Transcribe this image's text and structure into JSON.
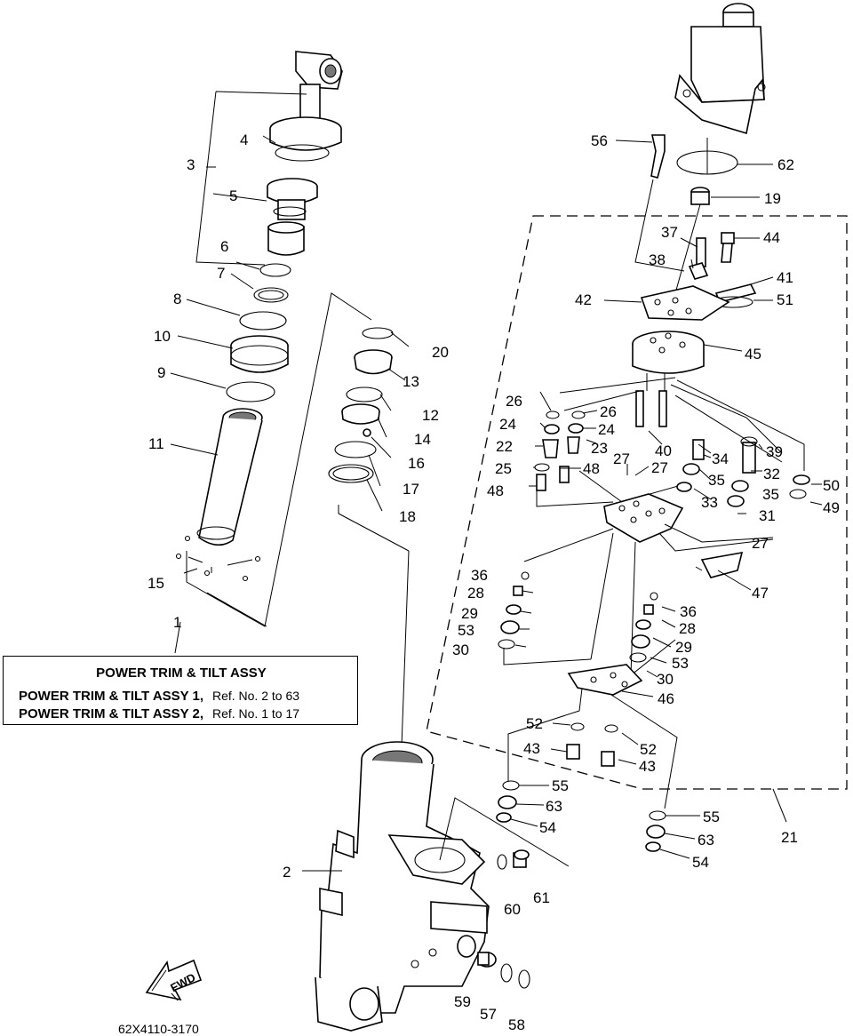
{
  "legend": {
    "title": "POWER TRIM & TILT ASSY",
    "rows": [
      {
        "name": "POWER TRIM & TILT ASSY 1,",
        "ref": "Ref. No. 2 to 63"
      },
      {
        "name": "POWER TRIM & TILT ASSY 2,",
        "ref": "Ref. No. 1 to 17"
      }
    ]
  },
  "fwd_label": "FWD",
  "drawing_code": "62X4110-3170",
  "callouts": [
    "1",
    "2",
    "3",
    "4",
    "5",
    "6",
    "7",
    "8",
    "9",
    "10",
    "11",
    "12",
    "13",
    "14",
    "15",
    "16",
    "17",
    "18",
    "19",
    "20",
    "21",
    "22",
    "23",
    "24",
    "24",
    "25",
    "26",
    "26",
    "27",
    "27",
    "27",
    "28",
    "28",
    "29",
    "29",
    "30",
    "30",
    "31",
    "32",
    "33",
    "34",
    "35",
    "35",
    "36",
    "36",
    "37",
    "38",
    "39",
    "40",
    "41",
    "42",
    "43",
    "43",
    "44",
    "45",
    "46",
    "47",
    "48",
    "48",
    "49",
    "50",
    "51",
    "52",
    "52",
    "53",
    "53",
    "54",
    "54",
    "55",
    "55",
    "56",
    "57",
    "58",
    "59",
    "60",
    "61",
    "62",
    "63",
    "63"
  ],
  "icons": [
    "fwd-arrow-icon"
  ]
}
